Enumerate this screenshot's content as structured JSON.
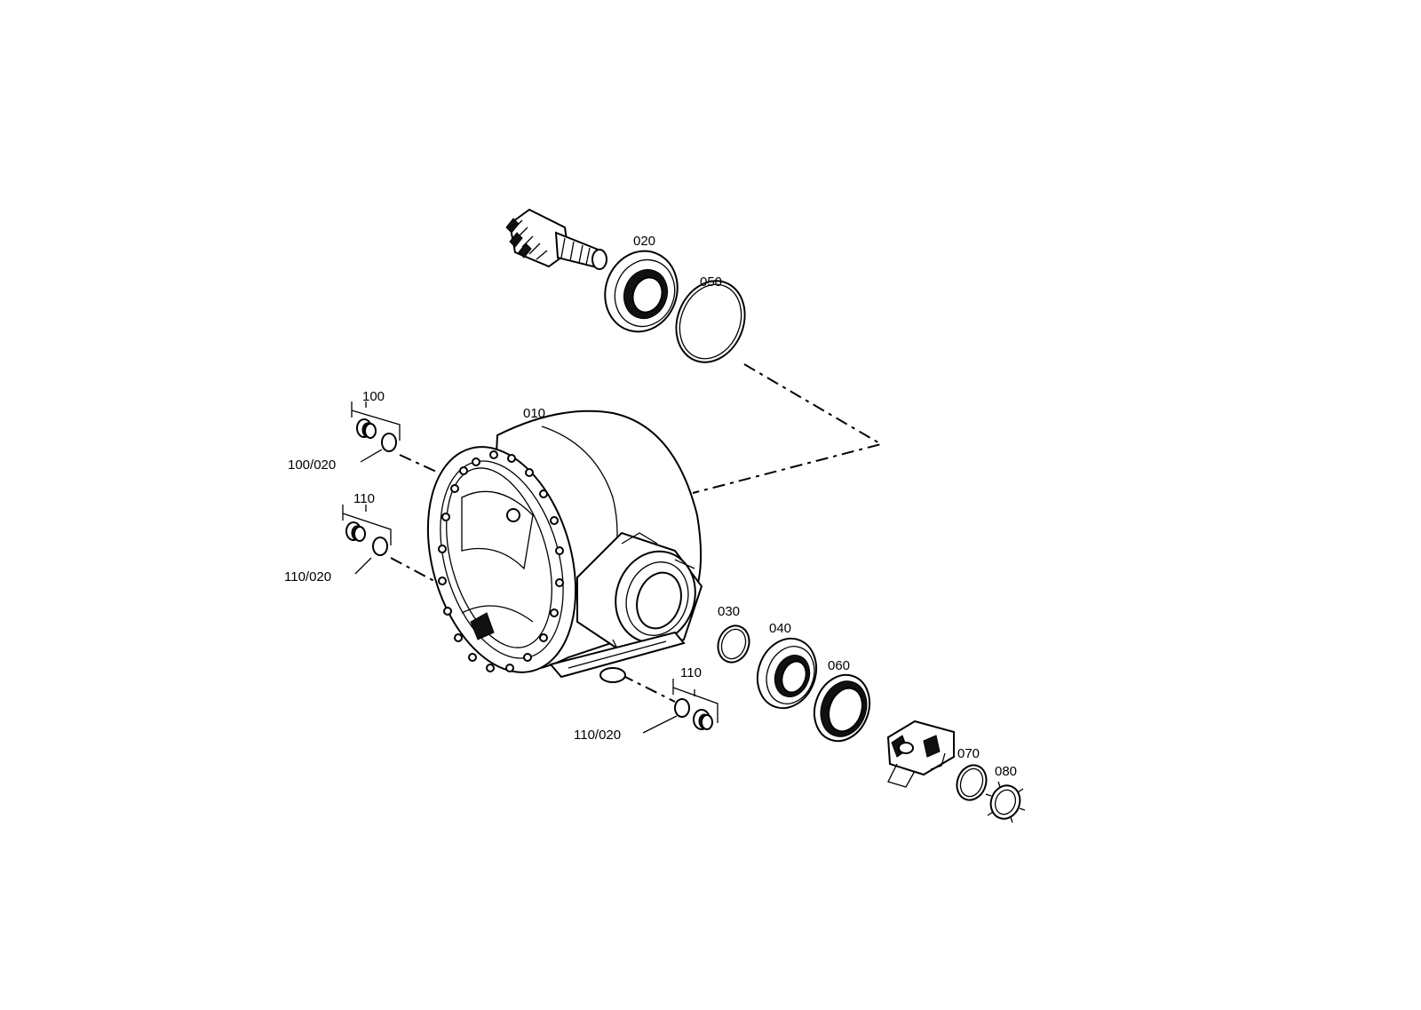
{
  "diagram": {
    "labels": {
      "housing": "010",
      "pinion_bearing": "020",
      "shim_030": "030",
      "bearing_040": "040",
      "o_ring_050": "050",
      "seal_060": "060",
      "washer_070": "070",
      "nut_080": "080",
      "plug_100": "100",
      "ring_100_020": "100/020",
      "plug_110_top": "110",
      "ring_110_020_top": "110/020",
      "plug_110_bottom": "110",
      "ring_110_020_bottom": "110/020"
    }
  }
}
